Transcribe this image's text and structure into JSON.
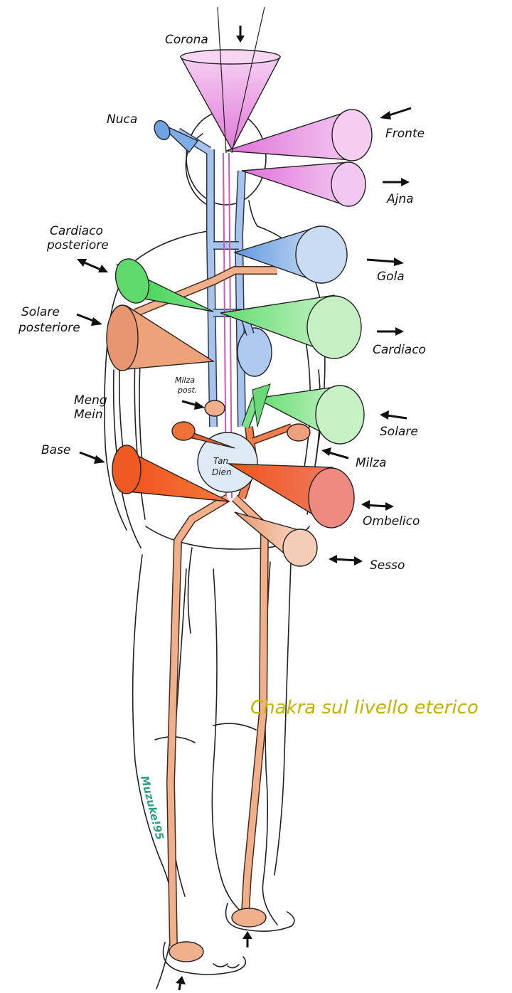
{
  "labels": {
    "corona": "Corona",
    "nuca": "Nuca",
    "fronte": "Fronte",
    "ajna": "Ajna",
    "cardiaco_posteriore_1": "Cardiaco",
    "cardiaco_posteriore_2": "posteriore",
    "gola": "Gola",
    "solare_posteriore_1": "Solare",
    "solare_posteriore_2": "posteriore",
    "cardiaco": "Cardiaco",
    "milza_post_1": "Milza",
    "milza_post_2": "post.",
    "meng_mein_1": "Meng",
    "meng_mein_2": "Mein",
    "solare": "Solare",
    "base": "Base",
    "milza": "Milza",
    "tan_dien_1": "Tan",
    "tan_dien_2": "Dien",
    "ombelico": "Ombelico",
    "sesso": "Sesso"
  },
  "caption": "Chakra sul livello eterico",
  "signature": "Muzuke!95",
  "colors": {
    "violet": "#e58fe0",
    "violet_light": "#f2c6f0",
    "blue": "#8fb4e6",
    "blue_light": "#c5d8f2",
    "green": "#7ee08a",
    "green_light": "#c2f0c2",
    "salmon": "#e8a07a",
    "salmon_light": "#f4cdb4",
    "orange": "#f0622a",
    "red": "#ec8a80",
    "caption": "#c8b000",
    "signature": "#2e9e86"
  }
}
